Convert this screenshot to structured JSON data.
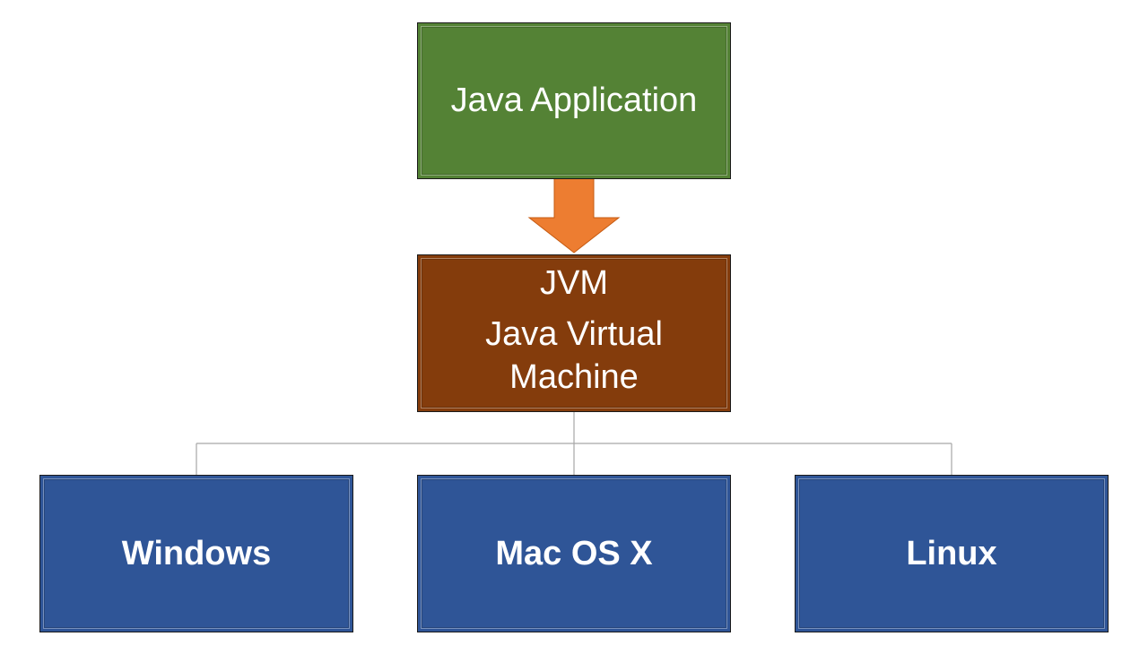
{
  "application": {
    "label": "Java Application",
    "color": "#548235"
  },
  "arrow": {
    "color": "#ED7D31",
    "direction": "down"
  },
  "jvm": {
    "abbreviation": "JVM",
    "full_name": "Java Virtual Machine",
    "color": "#843C0C"
  },
  "connector_color": "#A6A6A6",
  "platforms": [
    {
      "label": "Windows"
    },
    {
      "label": "Mac OS X"
    },
    {
      "label": "Linux"
    }
  ],
  "platform_color": "#2F5597"
}
